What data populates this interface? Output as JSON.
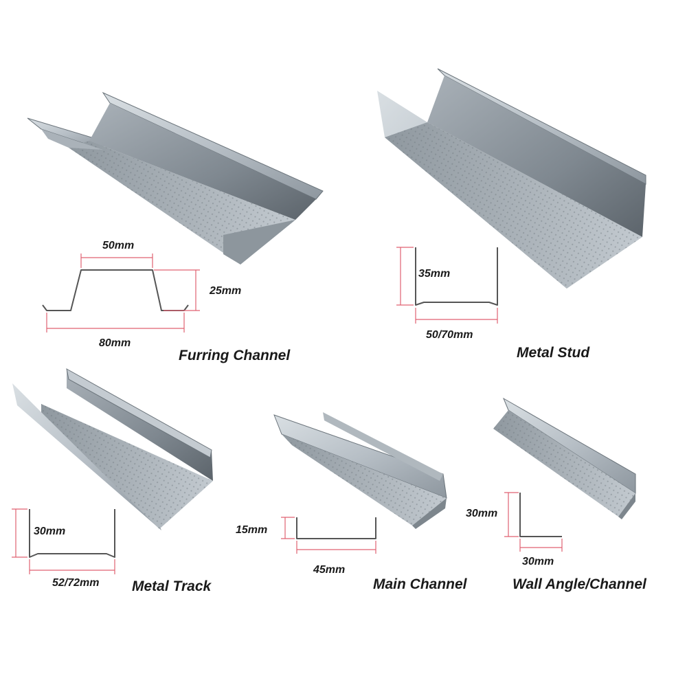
{
  "products": [
    {
      "name": "Furring Channel",
      "dims": [
        "50mm",
        "25mm",
        "80mm"
      ]
    },
    {
      "name": "Metal Stud",
      "dims": [
        "35mm",
        "50/70mm"
      ]
    },
    {
      "name": "Metal Track",
      "dims": [
        "30mm",
        "52/72mm"
      ]
    },
    {
      "name": "Main Channel",
      "dims": [
        "15mm",
        "45mm"
      ]
    },
    {
      "name": "Wall Angle/Channel",
      "dims": [
        "30mm",
        "30mm"
      ]
    }
  ],
  "colors": {
    "steel_light": "#c9d0d6",
    "steel_mid": "#9aa3ab",
    "steel_dark": "#5e666d",
    "dimension_line": "#e06070",
    "text": "#1a1a1a"
  }
}
